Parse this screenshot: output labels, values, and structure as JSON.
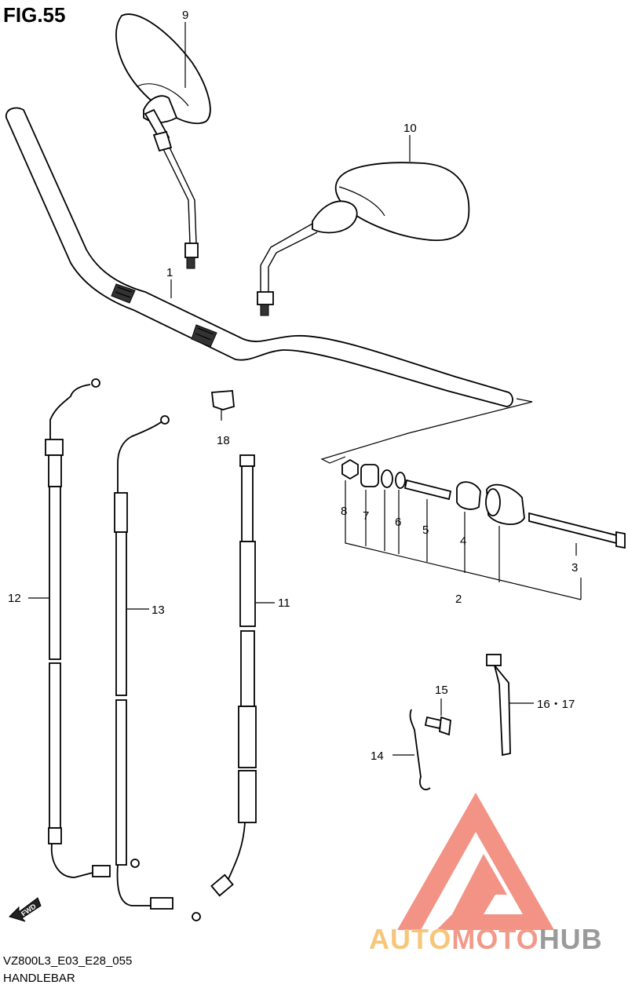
{
  "figure": {
    "title": "FIG.55",
    "code": "VZ800L3_E03_E28_055",
    "name": "HANDLEBAR"
  },
  "callouts": [
    "9",
    "10",
    "1",
    "18",
    "8",
    "7",
    "6",
    "5",
    "4",
    "3",
    "2",
    "12",
    "13",
    "11",
    "15",
    "16・17",
    "14"
  ],
  "fwd_label": "FWD",
  "watermark": {
    "part1": "AUTO",
    "part2": "MOTO",
    "part3": "HUB"
  },
  "colors": {
    "logo_red": "#f08070",
    "logo_yellow": "#f6c67a",
    "logo_gray": "#9a9a9a"
  }
}
